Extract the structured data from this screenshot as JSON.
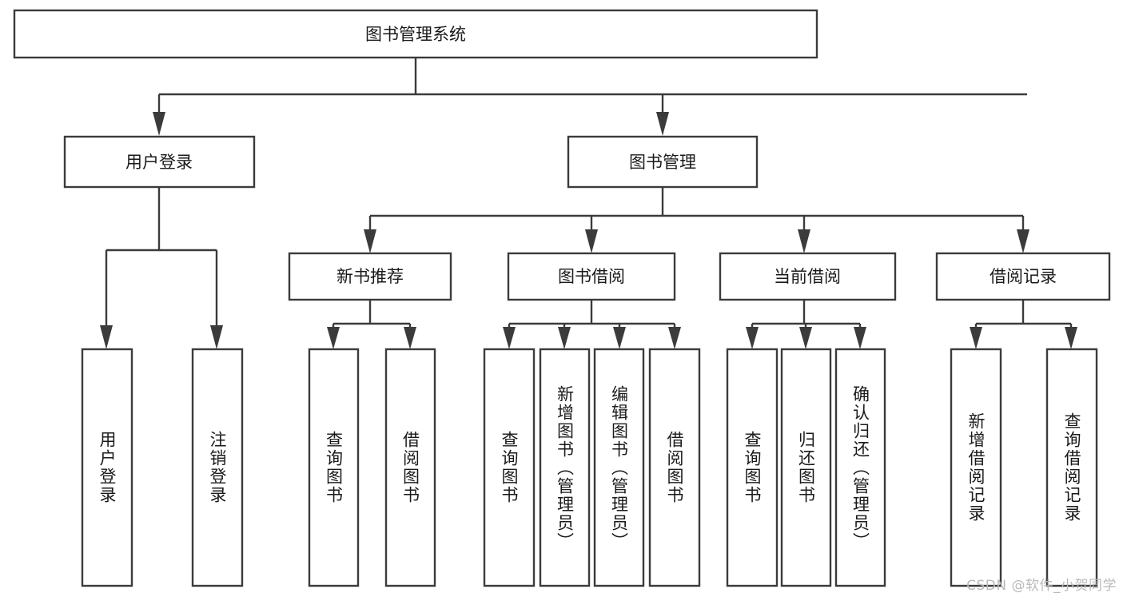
{
  "diagram": {
    "title": "图书管理系统",
    "watermark": "CSDN @软件_小贺同学",
    "colors": {
      "stroke": "#3b3b3b",
      "fill": "#ffffff",
      "text": "#1a1a1a",
      "watermark": "#b9b9b9"
    },
    "root": {
      "label": "图书管理系统"
    },
    "level2": [
      {
        "label": "用户登录"
      },
      {
        "label": "图书管理"
      }
    ],
    "level3": [
      {
        "label": "新书推荐"
      },
      {
        "label": "图书借阅"
      },
      {
        "label": "当前借阅"
      },
      {
        "label": "借阅记录"
      }
    ],
    "leaves": {
      "user_login": [
        {
          "label": "用户登录"
        },
        {
          "label": "注销登录"
        }
      ],
      "new_book_recommend": [
        {
          "label": "查询图书"
        },
        {
          "label": "借阅图书"
        }
      ],
      "book_borrow": [
        {
          "label": "查询图书"
        },
        {
          "label": "新增图书（管理员）"
        },
        {
          "label": "编辑图书（管理员）"
        },
        {
          "label": "借阅图书"
        }
      ],
      "current_borrow": [
        {
          "label": "查询图书"
        },
        {
          "label": "归还图书"
        },
        {
          "label": "确认归还（管理员）"
        }
      ],
      "borrow_record": [
        {
          "label": "新增借阅记录"
        },
        {
          "label": "查询借阅记录"
        }
      ]
    }
  }
}
